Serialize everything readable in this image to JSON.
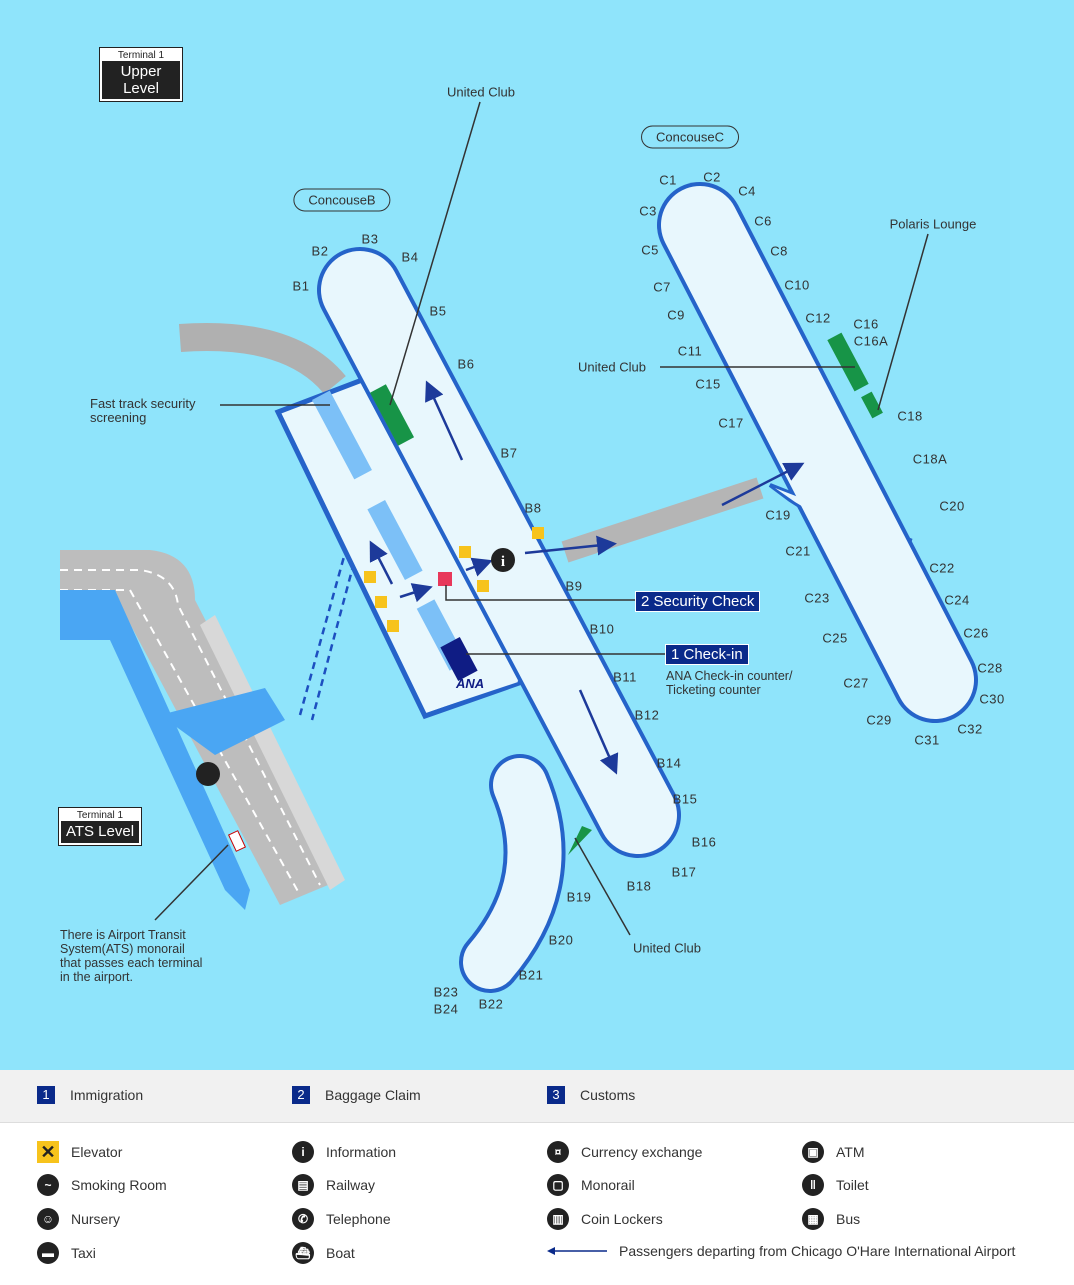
{
  "map": {
    "upper_badge": {
      "top": "Terminal 1",
      "bottom": "Upper Level"
    },
    "ats_badge": {
      "top": "Terminal 1",
      "bottom": "ATS Level"
    },
    "concourse_b": "ConcouseB",
    "concourse_c": "ConcouseC",
    "united_club_top": "United Club",
    "united_club_mid": "United Club",
    "united_club_bottom": "United Club",
    "polaris_lounge": "Polaris Lounge",
    "fast_track": "Fast track security\nscreening",
    "security_check": "2 Security Check",
    "check_in": "1 Check-in",
    "ana_counter": "ANA Check-in counter/\nTicketing counter",
    "ana_logo": "ANA",
    "ats_note": "There is Airport Transit\nSystem(ATS) monorail\nthat passes each terminal\nin the airport.",
    "gates_b": [
      "B1",
      "B2",
      "B3",
      "B4",
      "B5",
      "B6",
      "B7",
      "B8",
      "B9",
      "B10",
      "B11",
      "B12",
      "B14",
      "B15",
      "B16",
      "B17",
      "B18",
      "B19",
      "B20",
      "B21",
      "B22",
      "B23",
      "B24"
    ],
    "gates_c": [
      "C1",
      "C2",
      "C3",
      "C4",
      "C5",
      "C6",
      "C7",
      "C8",
      "C9",
      "C10",
      "C11",
      "C12",
      "C15",
      "C16",
      "C16A",
      "C17",
      "C18",
      "C18A",
      "C19",
      "C20",
      "C21",
      "C22",
      "C23",
      "C24",
      "C25",
      "C26",
      "C27",
      "C28",
      "C29",
      "C30",
      "C31",
      "C32"
    ],
    "colors": {
      "water": "#8fe4fb",
      "concourse": "#e8f7fd",
      "outline": "#2563c9",
      "lounge": "#179447",
      "navy": "#0a2a8a"
    }
  },
  "legend": {
    "numbered": [
      {
        "num": "1",
        "label": "Immigration"
      },
      {
        "num": "2",
        "label": "Baggage Claim"
      },
      {
        "num": "3",
        "label": "Customs"
      }
    ],
    "icons": [
      {
        "icon": "elevator-icon",
        "label": "Elevator"
      },
      {
        "icon": "information-icon",
        "label": "Information"
      },
      {
        "icon": "currency-exchange-icon",
        "label": "Currency exchange"
      },
      {
        "icon": "atm-icon",
        "label": "ATM"
      },
      {
        "icon": "smoking-room-icon",
        "label": "Smoking Room"
      },
      {
        "icon": "railway-icon",
        "label": "Railway"
      },
      {
        "icon": "monorail-icon",
        "label": "Monorail"
      },
      {
        "icon": "toilet-icon",
        "label": "Toilet"
      },
      {
        "icon": "nursery-icon",
        "label": "Nursery"
      },
      {
        "icon": "telephone-icon",
        "label": "Telephone"
      },
      {
        "icon": "coin-lockers-icon",
        "label": "Coin Lockers"
      },
      {
        "icon": "bus-icon",
        "label": "Bus"
      },
      {
        "icon": "taxi-icon",
        "label": "Taxi"
      },
      {
        "icon": "boat-icon",
        "label": "Boat"
      }
    ],
    "departing": "Passengers departing from Chicago O'Hare International Airport"
  }
}
